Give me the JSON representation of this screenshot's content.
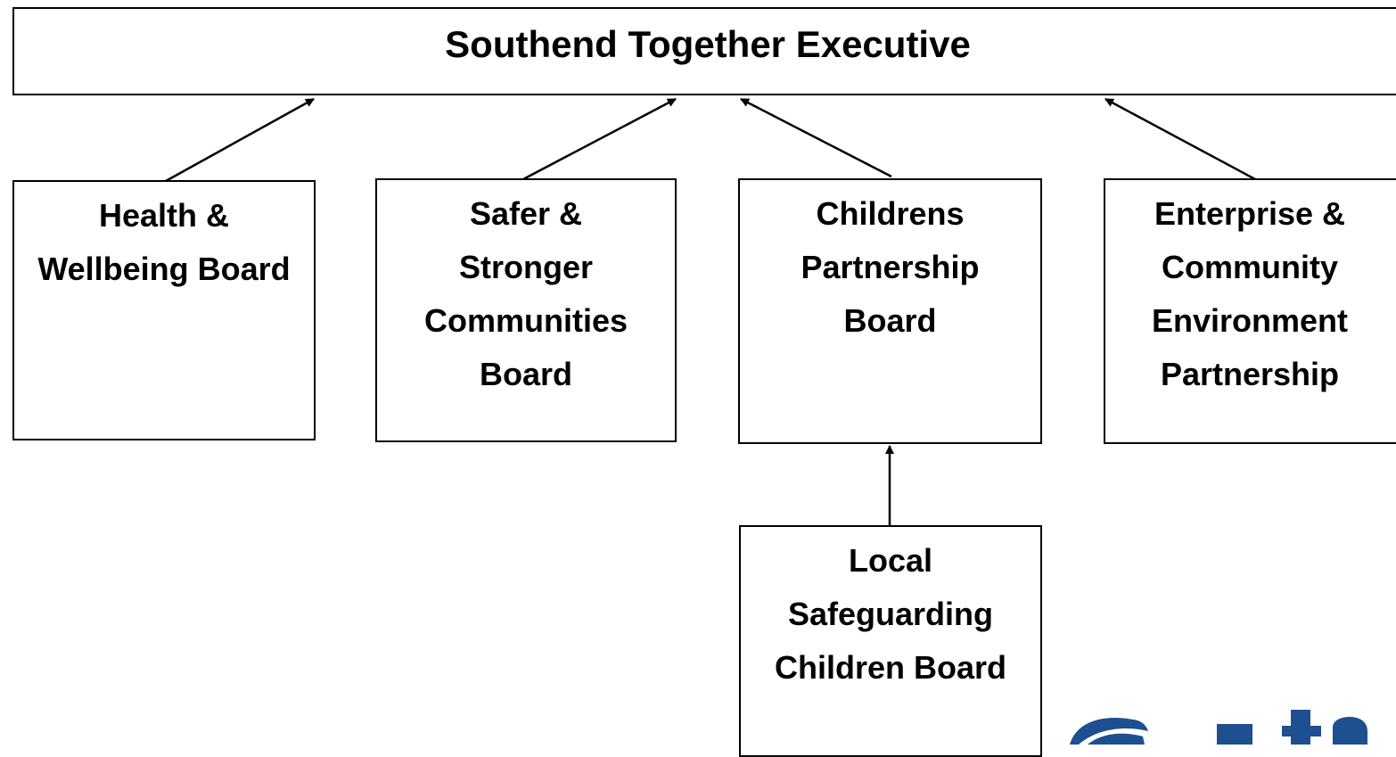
{
  "diagram": {
    "executive": {
      "label": "Southend Together Executive"
    },
    "boards": [
      {
        "id": "health",
        "lines": [
          "Health &",
          "Wellbeing Board"
        ]
      },
      {
        "id": "safer",
        "lines": [
          "Safer &",
          "Stronger",
          "Communities",
          "Board"
        ]
      },
      {
        "id": "childrens",
        "lines": [
          "Childrens",
          "Partnership",
          "Board"
        ]
      },
      {
        "id": "enterprise",
        "lines": [
          "Enterprise &",
          "Community",
          "Environment",
          "Partnership"
        ]
      }
    ],
    "sub_board": {
      "id": "lscb",
      "lines": [
        "Local",
        "Safeguarding",
        "Children Board"
      ]
    }
  },
  "logo": {
    "icon": "southend-logo",
    "colors": {
      "primary": "#1d4f91"
    }
  },
  "colors": {
    "border": "#000000",
    "text": "#000000",
    "background": "#ffffff"
  }
}
